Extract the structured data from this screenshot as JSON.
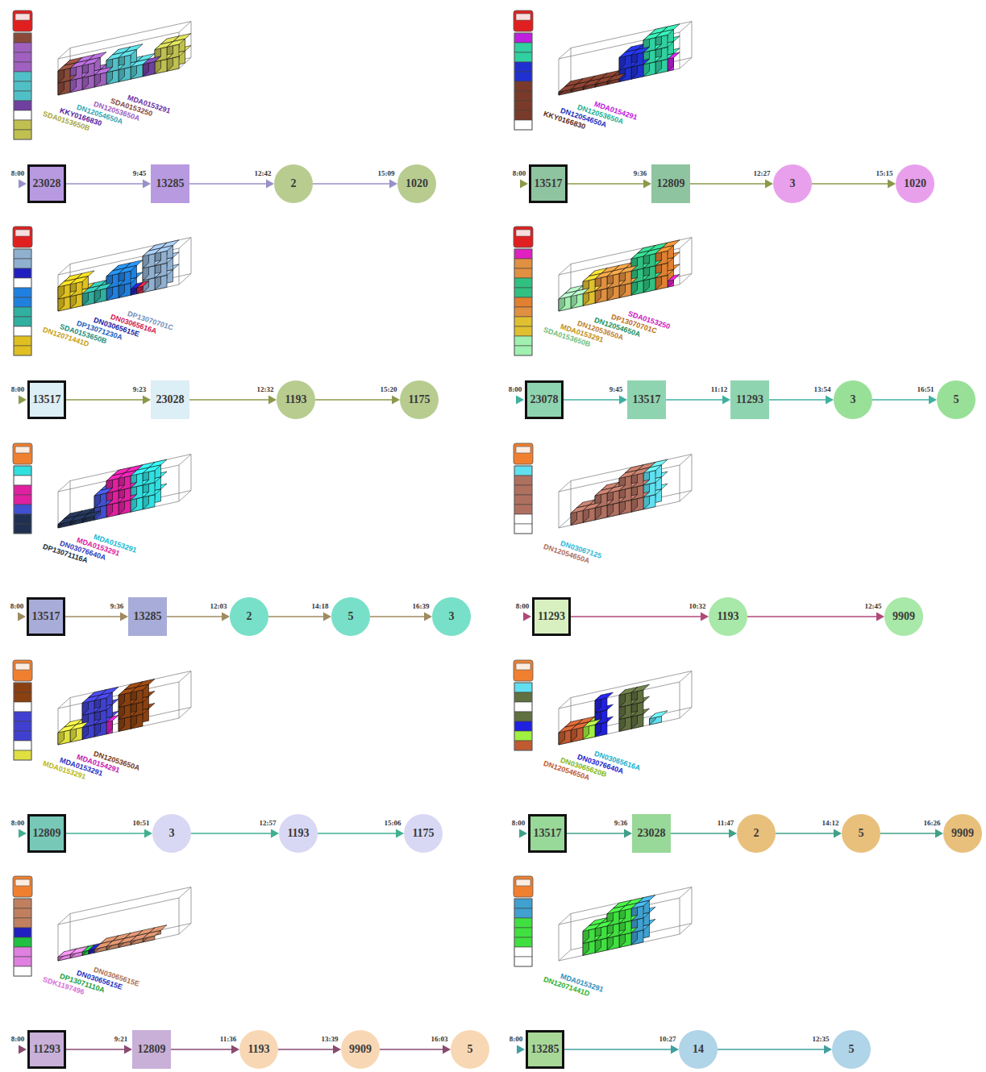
{
  "diagram": {
    "nodes": [
      {
        "text": [
          "23028"
        ]
      },
      {
        "text": [
          "13285"
        ]
      },
      {
        "text": [
          "2"
        ]
      },
      {
        "text": [
          "1020"
        ]
      },
      {
        "text": [
          "13517"
        ]
      },
      {
        "text": [
          "12809"
        ]
      },
      {
        "text": [
          "3"
        ]
      },
      {
        "text": [
          "1020"
        ]
      },
      {
        "text": [
          "13517"
        ]
      },
      {
        "text": [
          "23028"
        ]
      },
      {
        "text": [
          "1193"
        ]
      },
      {
        "text": [
          "1175"
        ]
      },
      {
        "text": [
          "23078"
        ]
      },
      {
        "text": [
          "13517"
        ]
      },
      {
        "text": [
          "11293"
        ]
      },
      {
        "text": [
          "3"
        ]
      },
      {
        "text": [
          "5"
        ]
      },
      {
        "text": [
          "13517"
        ]
      },
      {
        "text": [
          "13285"
        ]
      },
      {
        "text": [
          "2"
        ]
      },
      {
        "text": [
          "5"
        ]
      },
      {
        "text": [
          "3"
        ]
      },
      {
        "text": [
          "11293"
        ]
      },
      {
        "text": [
          "1193"
        ]
      },
      {
        "text": [
          "9909"
        ]
      },
      {
        "text": [
          "12809"
        ]
      },
      {
        "text": [
          "3"
        ]
      },
      {
        "text": [
          "1193"
        ]
      },
      {
        "text": [
          "1175"
        ]
      },
      {
        "text": [
          "13517"
        ]
      },
      {
        "text": [
          "23028"
        ]
      },
      {
        "text": [
          "2"
        ]
      },
      {
        "text": [
          "5"
        ]
      },
      {
        "text": [
          "9909"
        ]
      },
      {
        "text": [
          "11293"
        ]
      },
      {
        "text": [
          "12809"
        ]
      },
      {
        "text": [
          "1193"
        ]
      },
      {
        "text": [
          "9909"
        ]
      },
      {
        "text": [
          "5"
        ]
      },
      {
        "text": [
          "13285"
        ]
      },
      {
        "text": [
          "14"
        ]
      },
      {
        "text": [
          "5"
        ]
      }
    ],
    "edges": [
      {
        "from": 0,
        "to": 1,
        "arrow": "to",
        "label": "9:45"
      },
      {
        "from": 1,
        "to": 2,
        "arrow": "to",
        "label": "12:42"
      },
      {
        "from": 2,
        "to": 3,
        "arrow": "to",
        "label": "15:09"
      },
      {
        "from": 4,
        "to": 5,
        "arrow": "to",
        "label": "9:36"
      },
      {
        "from": 5,
        "to": 6,
        "arrow": "to",
        "label": "12:27"
      },
      {
        "from": 6,
        "to": 7,
        "arrow": "to",
        "label": "15:15"
      },
      {
        "from": 8,
        "to": 9,
        "arrow": "to",
        "label": "9:23"
      },
      {
        "from": 9,
        "to": 10,
        "arrow": "to",
        "label": "12:32"
      },
      {
        "from": 10,
        "to": 11,
        "arrow": "to",
        "label": "15:20"
      },
      {
        "from": 12,
        "to": 13,
        "arrow": "to",
        "label": "9:45"
      },
      {
        "from": 13,
        "to": 14,
        "arrow": "to",
        "label": "11:12"
      },
      {
        "from": 14,
        "to": 15,
        "arrow": "to",
        "label": "13:54"
      },
      {
        "from": 15,
        "to": 16,
        "arrow": "to",
        "label": "16:51"
      },
      {
        "from": 17,
        "to": 18,
        "arrow": "to",
        "label": "9:36"
      },
      {
        "from": 18,
        "to": 19,
        "arrow": "to",
        "label": "12:03"
      },
      {
        "from": 19,
        "to": 20,
        "arrow": "to",
        "label": "14:18"
      },
      {
        "from": 20,
        "to": 21,
        "arrow": "to",
        "label": "16:39"
      },
      {
        "from": 22,
        "to": 23,
        "arrow": "to",
        "label": "10:32"
      },
      {
        "from": 23,
        "to": 24,
        "arrow": "to",
        "label": "12:45"
      },
      {
        "from": 25,
        "to": 26,
        "arrow": "to",
        "label": "10:51"
      },
      {
        "from": 26,
        "to": 27,
        "arrow": "to",
        "label": "12:57"
      },
      {
        "from": 27,
        "to": 28,
        "arrow": "to",
        "label": "15:06"
      },
      {
        "from": 29,
        "to": 30,
        "arrow": "to",
        "label": "9:36"
      },
      {
        "from": 30,
        "to": 31,
        "arrow": "to",
        "label": "11:47"
      },
      {
        "from": 31,
        "to": 32,
        "arrow": "to",
        "label": "14:12"
      },
      {
        "from": 32,
        "to": 33,
        "arrow": "to",
        "label": "16:26"
      },
      {
        "from": 34,
        "to": 35,
        "arrow": "to",
        "label": "9:21"
      },
      {
        "from": 35,
        "to": 36,
        "arrow": "to",
        "label": "11:36"
      },
      {
        "from": 36,
        "to": 37,
        "arrow": "to",
        "label": "13:39"
      },
      {
        "from": 37,
        "to": 38,
        "arrow": "to",
        "label": "16:03"
      },
      {
        "from": 39,
        "to": 40,
        "arrow": "to",
        "label": "10:27"
      },
      {
        "from": 40,
        "to": 41,
        "arrow": "to",
        "label": "12:35"
      }
    ],
    "labels": [
      "SDA0153650B",
      "KKY0166830",
      "DN12054650A",
      "DN12053650A",
      "SDA0153250",
      "MDA0153291",
      "8:00",
      "KKY0166830",
      "DN12054650A",
      "DN12053650A",
      "MDA0154291",
      "8:00",
      "DN12071441D",
      "SDA0153650B",
      "DP13071230A",
      "DN03065615E",
      "DN03065616A",
      "DP13070701C",
      "8:00",
      "SDA0153650B",
      "MDA0153291",
      "DN12053650A",
      "DN12054650A",
      "DP13070701C",
      "SDA0153250",
      "8:00",
      "DP13071116A",
      "DN03076640A",
      "MDA0153291",
      "MDA0153291",
      "8:00",
      "DN12054650A",
      "DN03067125",
      "8:00",
      "MDA0153291",
      "MDA0153291",
      "MDA0154291",
      "DN12053650A",
      "8:00",
      "DN12054650A",
      "DN03065620B",
      "DN03076640A",
      "DN03065616A",
      "8:00",
      "SDK1197496",
      "DP13071110A",
      "DN03065615E",
      "DN03065615E",
      "8:00",
      "DN12071441D",
      "MDA0153291",
      "8:00"
    ]
  }
}
